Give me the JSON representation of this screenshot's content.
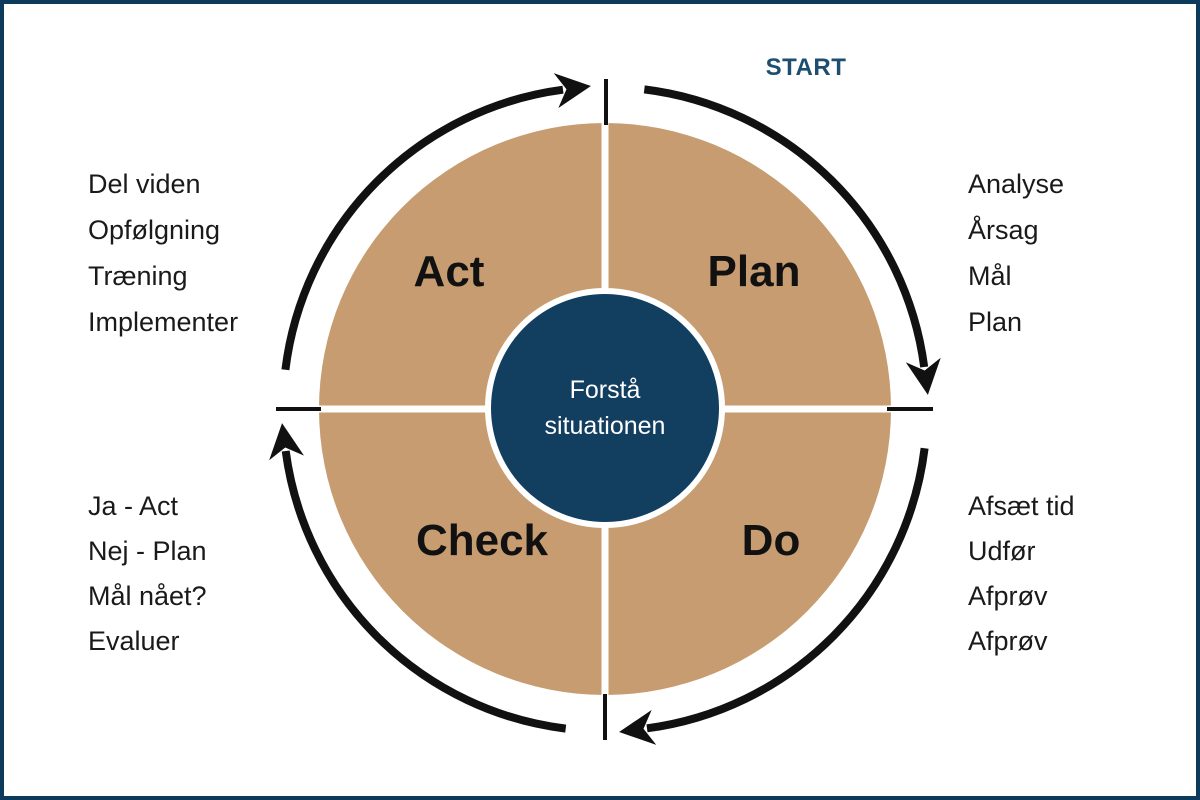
{
  "diagram": {
    "type": "pdca-cycle",
    "start_label": "START",
    "center": {
      "line1": "Forstå",
      "line2": "situationen"
    },
    "quadrants": [
      {
        "id": "act",
        "label": "Act"
      },
      {
        "id": "plan",
        "label": "Plan"
      },
      {
        "id": "check",
        "label": "Check"
      },
      {
        "id": "do",
        "label": "Do"
      }
    ],
    "side_lists": {
      "top_left": {
        "items": [
          "Del viden",
          "Opfølgning",
          "Træning",
          "Implementer"
        ]
      },
      "top_right": {
        "items": [
          "Analyse",
          "Årsag",
          "Mål",
          "Plan"
        ]
      },
      "bottom_left": {
        "items": [
          "Ja - Act",
          "Nej - Plan",
          "Mål nået?",
          "Evaluer"
        ]
      },
      "bottom_right": {
        "items": [
          "Afsæt tid",
          "Udfør",
          "Afprøv",
          "Afprøv"
        ]
      }
    }
  },
  "colors": {
    "tan": "#c69c70",
    "navy": "#0e3a5c",
    "navy_circle": "#123e60",
    "arrow_black": "#111111",
    "divider_white": "#ffffff",
    "start_text": "#1d4e70",
    "page_border": "#0e3a5c",
    "background": "#ffffff"
  }
}
